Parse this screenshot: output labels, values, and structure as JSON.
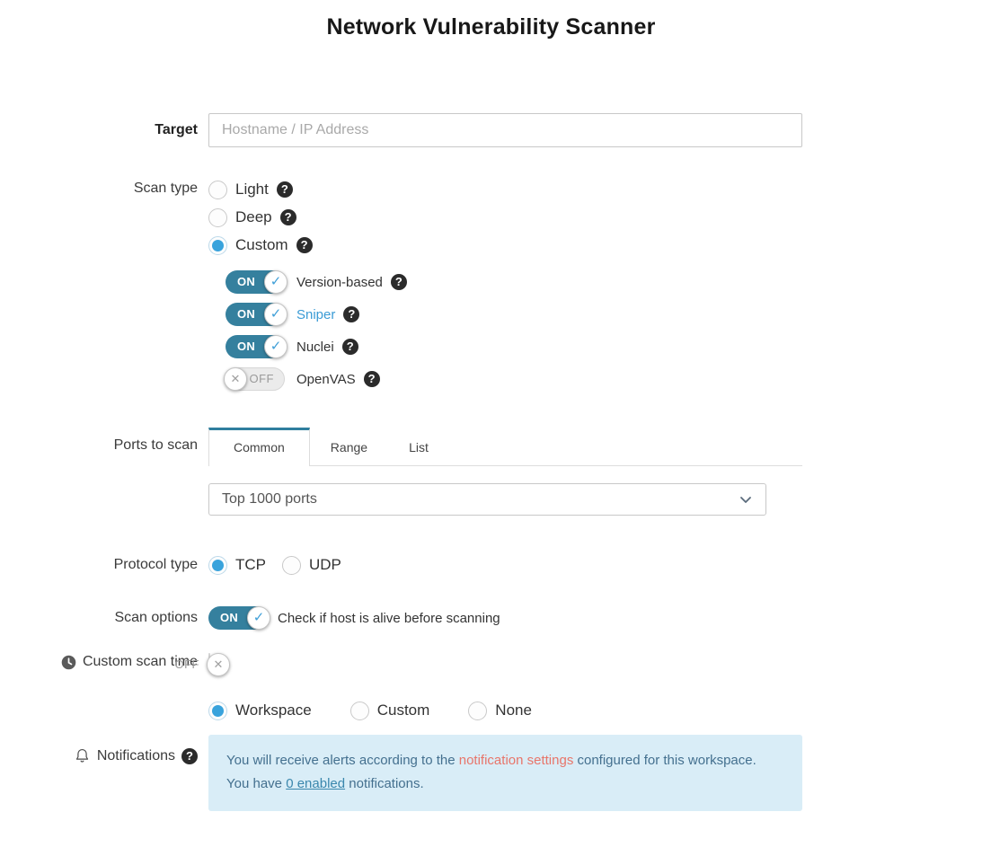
{
  "title": "Network Vulnerability Scanner",
  "icons": {
    "help": "?",
    "check": "✓",
    "cross": "✕"
  },
  "target": {
    "label": "Target",
    "placeholder": "Hostname / IP Address",
    "value": ""
  },
  "scan_type": {
    "label": "Scan type",
    "options": [
      {
        "label": "Light",
        "selected": false
      },
      {
        "label": "Deep",
        "selected": false
      },
      {
        "label": "Custom",
        "selected": true
      }
    ],
    "custom_tools": [
      {
        "label": "Version-based",
        "state": "ON"
      },
      {
        "label": "Sniper",
        "state": "ON"
      },
      {
        "label": "Nuclei",
        "state": "ON"
      },
      {
        "label": "OpenVAS",
        "state": "OFF"
      }
    ]
  },
  "ports": {
    "label": "Ports to scan",
    "tabs": [
      {
        "label": "Common",
        "active": true
      },
      {
        "label": "Range",
        "active": false
      },
      {
        "label": "List",
        "active": false
      }
    ],
    "selected_option": "Top 1000 ports"
  },
  "protocol": {
    "label": "Protocol type",
    "options": [
      {
        "label": "TCP",
        "selected": true
      },
      {
        "label": "UDP",
        "selected": false
      }
    ]
  },
  "scan_options": {
    "label": "Scan options",
    "toggle_state": "ON",
    "toggle_label": "Check if host is alive before scanning"
  },
  "custom_scan_time": {
    "label": "Custom scan time",
    "toggle_state": "OFF"
  },
  "notifications": {
    "label": "Notifications",
    "options": [
      {
        "label": "Workspace",
        "selected": true
      },
      {
        "label": "Custom",
        "selected": false
      },
      {
        "label": "None",
        "selected": false
      }
    ],
    "info": {
      "line1_pre": "You will receive alerts according to the ",
      "line1_link": "notification settings",
      "line1_post": " configured for this workspace.",
      "line2_pre": "You have ",
      "line2_link": "0 enabled",
      "line2_post": " notifications."
    }
  },
  "colors": {
    "accent_teal": "#35809e",
    "radio_blue": "#39a3dc",
    "link_blue": "#3a9bd5",
    "tab_active_border": "#2f7e9e",
    "info_background": "#d9edf7",
    "info_text": "#44708f",
    "danger_link": "#e8756a",
    "help_icon_bg": "#2b2b2b"
  }
}
